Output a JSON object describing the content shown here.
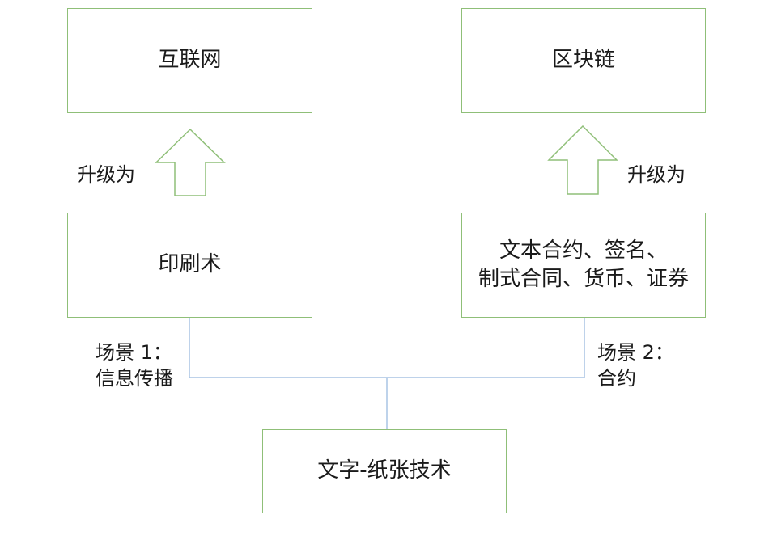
{
  "nodes": {
    "internet": "互联网",
    "blockchain": "区块链",
    "printing": "印刷术",
    "contracts_line1": "文本合约、签名、",
    "contracts_line2": "制式合同、货币、证券",
    "writing_paper": "文字-纸张技术"
  },
  "labels": {
    "upgrade_left": "升级为",
    "upgrade_right": "升级为",
    "scene1_line1": "场景 1：",
    "scene1_line2": "信息传播",
    "scene2_line1": "场景 2：",
    "scene2_line2": "合约"
  },
  "colors": {
    "box_border": "#8fbf78",
    "connector": "#a9c4e4",
    "arrow_stroke": "#8fbf78"
  }
}
